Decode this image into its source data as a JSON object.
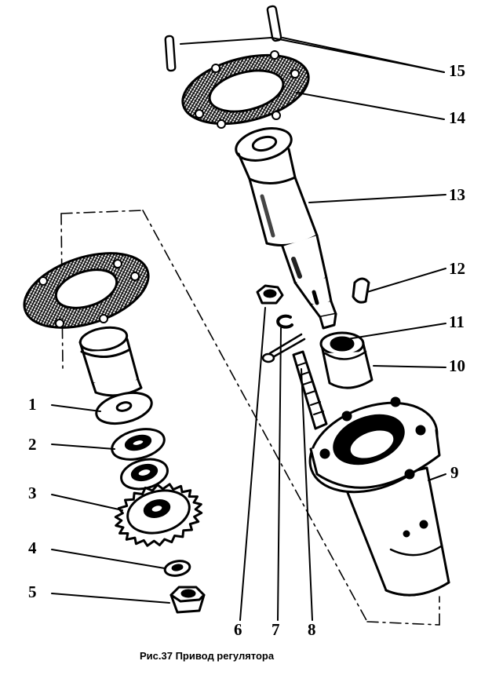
{
  "figure": {
    "caption": "Рис.37 Привод регулятора",
    "callouts": [
      "1",
      "2",
      "3",
      "4",
      "5",
      "6",
      "7",
      "8",
      "9",
      "10",
      "11",
      "12",
      "13",
      "14",
      "15"
    ]
  }
}
